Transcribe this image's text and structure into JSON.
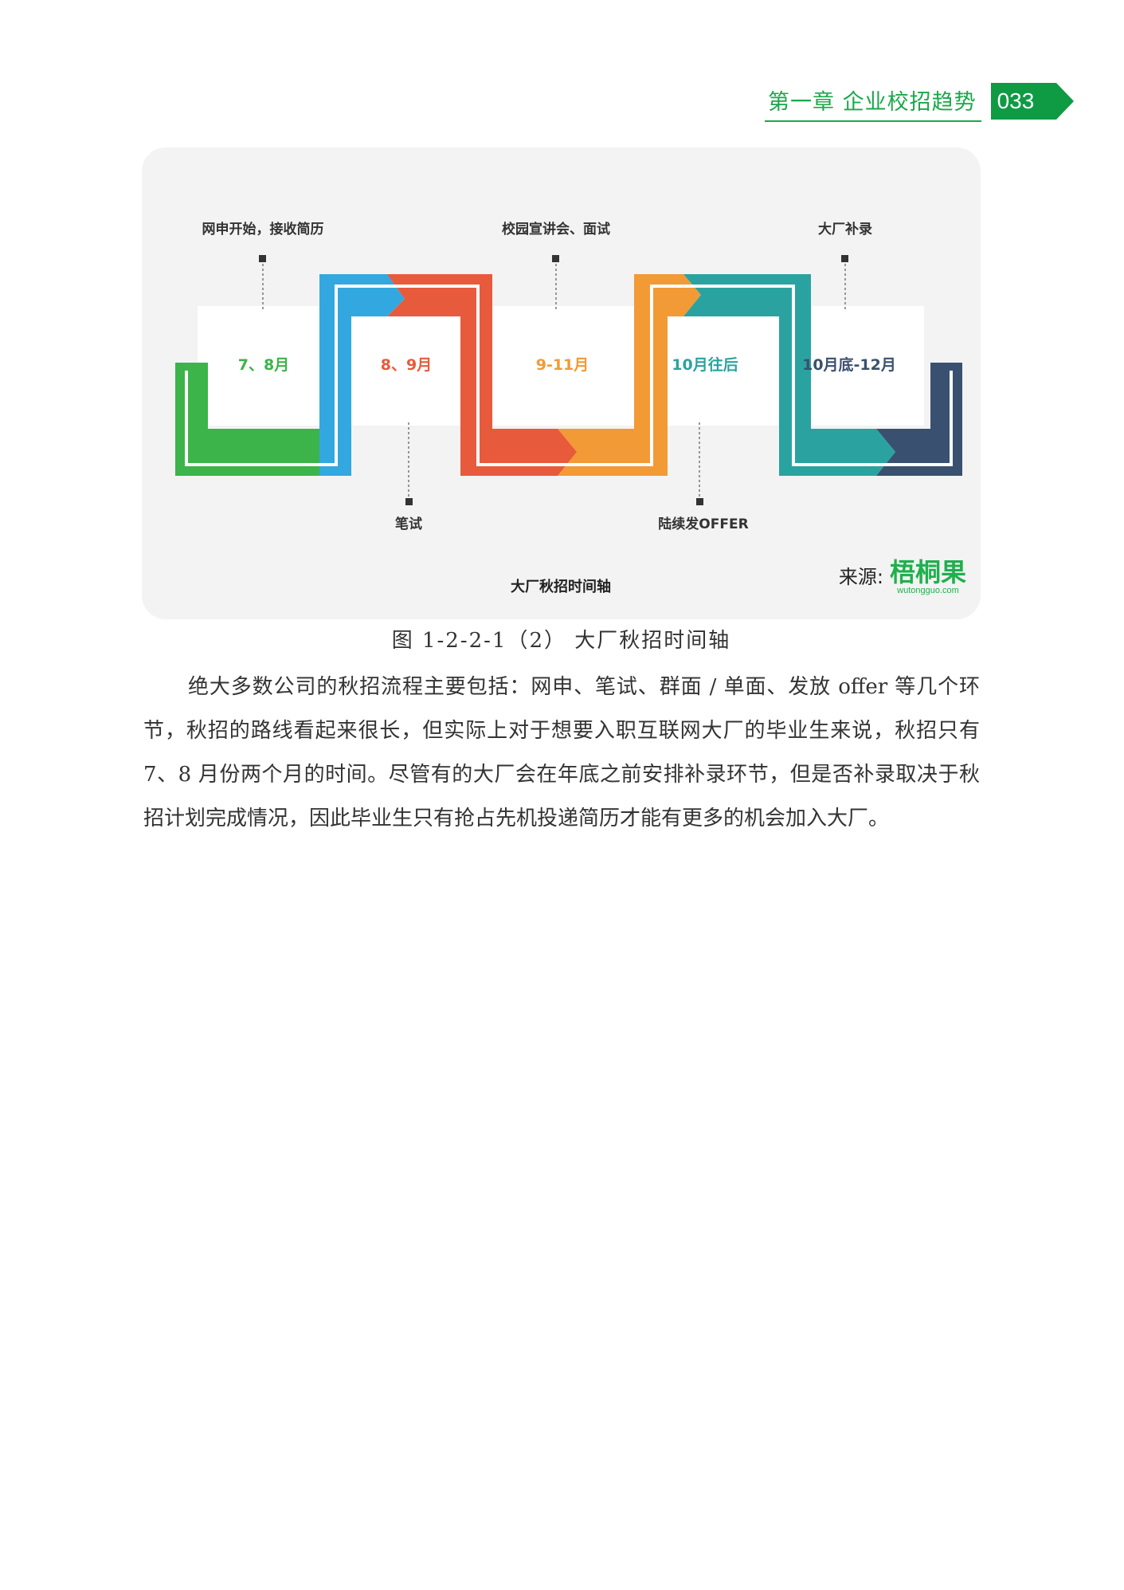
{
  "header": {
    "chapter_title": "第一章 企业校招趋势",
    "page_number": "033",
    "accent_color": "#1aa84a"
  },
  "figure": {
    "title": "大厂秋招时间轴",
    "periods": [
      {
        "label": "7、8月",
        "color": "#3cb44a"
      },
      {
        "label": "8、9月",
        "color": "#e85a3c"
      },
      {
        "label": "9-11月",
        "color": "#f29a36"
      },
      {
        "label": "10月往后",
        "color": "#2aa3a0"
      },
      {
        "label": "10月底-12月",
        "color": "#3a5070"
      }
    ],
    "events_top": [
      "网申开始，接收简历",
      "校园宣讲会、面试",
      "大厂补录"
    ],
    "events_bottom": [
      "笔试",
      "陆续发OFFER"
    ],
    "source_label": "来源:",
    "logo_text": "梧桐果",
    "logo_url_text": "wutongguo.com"
  },
  "caption": "图 1-2-2-1（2） 大厂秋招时间轴",
  "paragraph": "绝大多数公司的秋招流程主要包括：网申、笔试、群面 / 单面、发放 offer 等几个环节，秋招的路线看起来很长，但实际上对于想要入职互联网大厂的毕业生来说，秋招只有 7、8 月份两个月的时间。尽管有的大厂会在年底之前安排补录环节，但是否补录取决于秋招计划完成情况，因此毕业生只有抢占先机投递简历才能有更多的机会加入大厂。"
}
